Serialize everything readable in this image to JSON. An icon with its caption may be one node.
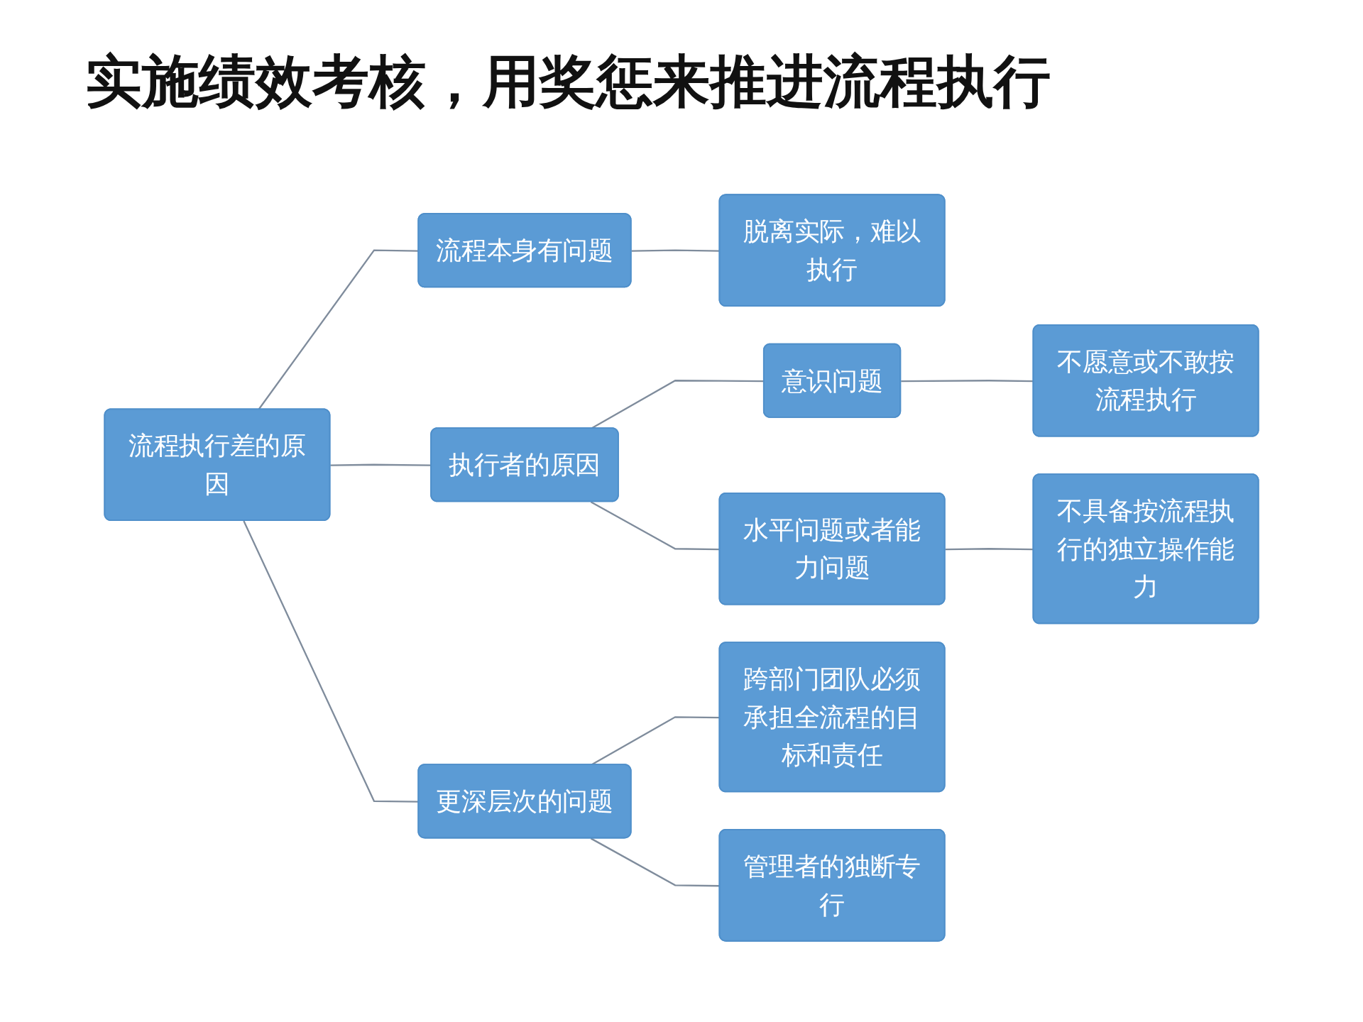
{
  "diagram": {
    "title": "实施绩效考核，用奖惩来推进流程执行",
    "nodes": [
      {
        "text": [
          "流程执行差的原因"
        ]
      },
      {
        "text": [
          "流程本身有问题"
        ]
      },
      {
        "text": [
          "执行者的原因"
        ]
      },
      {
        "text": [
          "更深层次的问题"
        ]
      },
      {
        "text": [
          "脱离实际，难以执行"
        ]
      },
      {
        "text": [
          "意识问题"
        ]
      },
      {
        "text": [
          "水平问题或者能力问题"
        ]
      },
      {
        "text": [
          "跨部门团队必须承担全流程的目标和责任"
        ]
      },
      {
        "text": [
          "管理者的独断专行"
        ]
      },
      {
        "text": [
          "不愿意或不敢按流程执行"
        ]
      },
      {
        "text": [
          "不具备按流程执行的独立操作能力"
        ]
      }
    ],
    "edges": [
      {
        "from": 0,
        "to": 1,
        "arrow": "none"
      },
      {
        "from": 0,
        "to": 2,
        "arrow": "none"
      },
      {
        "from": 0,
        "to": 3,
        "arrow": "none"
      },
      {
        "from": 1,
        "to": 4,
        "arrow": "none"
      },
      {
        "from": 2,
        "to": 5,
        "arrow": "none"
      },
      {
        "from": 2,
        "to": 6,
        "arrow": "none"
      },
      {
        "from": 3,
        "to": 7,
        "arrow": "none"
      },
      {
        "from": 3,
        "to": 8,
        "arrow": "none"
      },
      {
        "from": 5,
        "to": 9,
        "arrow": "none"
      },
      {
        "from": 6,
        "to": 10,
        "arrow": "none"
      }
    ]
  }
}
